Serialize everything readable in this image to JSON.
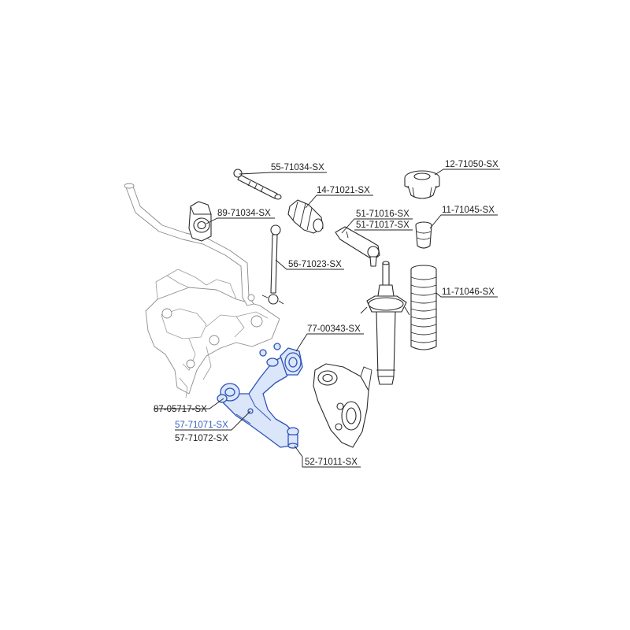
{
  "diagram": {
    "labels": [
      {
        "id": "55-71034-SX",
        "text": "55-71034-SX"
      },
      {
        "id": "14-71021-SX",
        "text": "14-71021-SX"
      },
      {
        "id": "89-71034-SX",
        "text": "89-71034-SX"
      },
      {
        "id": "51-71016-SX",
        "text": "51-71016-SX"
      },
      {
        "id": "51-71017-SX",
        "text": "51-71017-SX"
      },
      {
        "id": "56-71023-SX",
        "text": "56-71023-SX"
      },
      {
        "id": "12-71050-SX",
        "text": "12-71050-SX"
      },
      {
        "id": "11-71045-SX",
        "text": "11-71045-SX"
      },
      {
        "id": "11-71046-SX",
        "text": "11-71046-SX"
      },
      {
        "id": "77-00343-SX",
        "text": "77-00343-SX"
      },
      {
        "id": "87-05717-SX",
        "text": "87-05717-SX"
      },
      {
        "id": "57-71071-SX",
        "text": "57-71071-SX"
      },
      {
        "id": "57-71072-SX",
        "text": "57-71072-SX"
      },
      {
        "id": "52-71011-SX",
        "text": "52-71011-SX"
      }
    ],
    "highlight_color": "#3a63c4",
    "line_color": "#222222"
  }
}
